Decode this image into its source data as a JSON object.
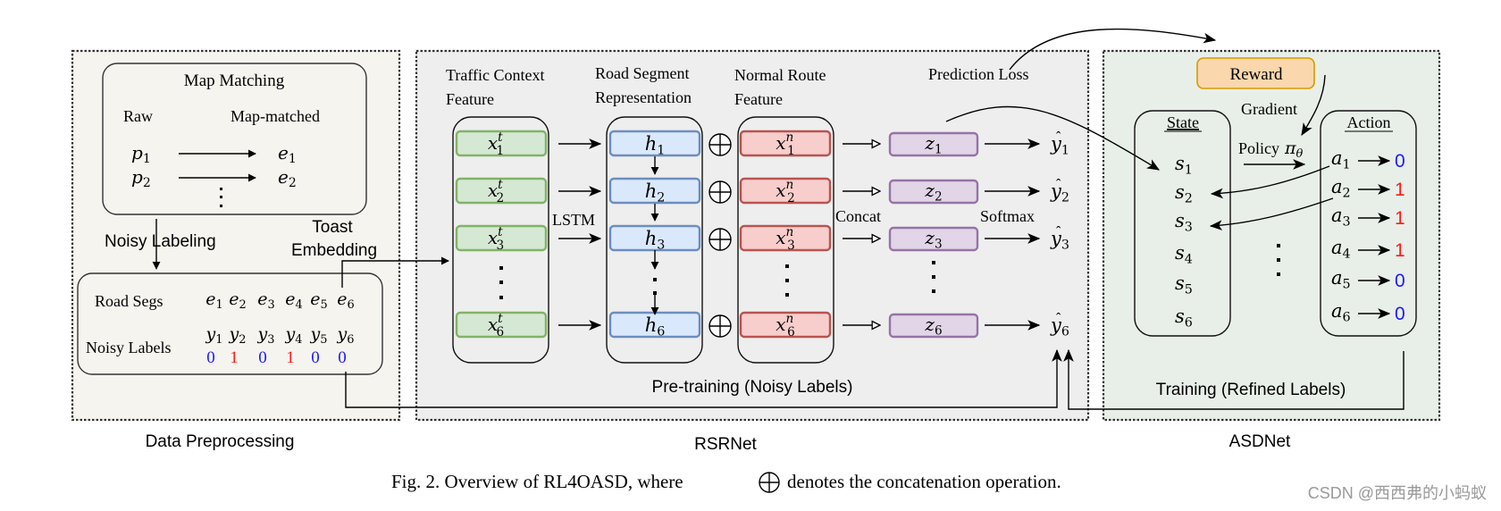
{
  "caption": {
    "prefix": "Fig. 2.  Overview of RL4OASD, where",
    "suffix": "denotes the concatenation operation."
  },
  "watermark": "CSDN @西西弗的小蚂蚁",
  "colors": {
    "label_zero": "#1a1aff",
    "label_one": "#ff1a1a",
    "preprocess_bg": "#f6f4ee",
    "rsrnet_bg": "#eeeeee",
    "asdnet_bg": "#e8efe8",
    "traffic_fill": "#d5e8d4",
    "traffic_stroke": "#82b366",
    "segment_fill": "#dae8fc",
    "segment_stroke": "#6c8ebf",
    "route_fill": "#f8cecc",
    "route_stroke": "#b85450",
    "z_fill": "#e1d5e7",
    "z_stroke": "#9673a6",
    "reward_fill": "#fad7ac",
    "reward_stroke": "#d79b00"
  },
  "preprocessing": {
    "section_label": "Data Preprocessing",
    "map_matching": {
      "title": "Map Matching",
      "raw_header": "Raw",
      "matched_header": "Map-matched",
      "rows": [
        {
          "raw": "p",
          "raw_sub": "1",
          "matched": "e",
          "matched_sub": "1"
        },
        {
          "raw": "p",
          "raw_sub": "2",
          "matched": "e",
          "matched_sub": "2"
        }
      ]
    },
    "noisy_labeling_label": "Noisy Labeling",
    "toast_label_line1": "Toast",
    "toast_label_line2": "Embedding",
    "table": {
      "road_segs_label": "Road Segs",
      "noisy_labels_label": "Noisy Labels",
      "segments": [
        {
          "sym": "e",
          "sub": "1"
        },
        {
          "sym": "e",
          "sub": "2"
        },
        {
          "sym": "e",
          "sub": "3"
        },
        {
          "sym": "e",
          "sub": "4"
        },
        {
          "sym": "e",
          "sub": "5"
        },
        {
          "sym": "e",
          "sub": "6"
        }
      ],
      "labels": [
        {
          "sym": "y",
          "sub": "1",
          "value": "0"
        },
        {
          "sym": "y",
          "sub": "2",
          "value": "1"
        },
        {
          "sym": "y",
          "sub": "3",
          "value": "0"
        },
        {
          "sym": "y",
          "sub": "4",
          "value": "1"
        },
        {
          "sym": "y",
          "sub": "5",
          "value": "0"
        },
        {
          "sym": "y",
          "sub": "6",
          "value": "0"
        }
      ]
    }
  },
  "rsrnet": {
    "section_label": "RSRNet",
    "bottom_label": "Pre-training (Noisy Labels)",
    "headers": {
      "traffic_line1": "Traffic Context",
      "traffic_line2": "Feature",
      "segment_line1": "Road Segment",
      "segment_line2": "Representation",
      "route_line1": "Normal Route",
      "route_line2": "Feature",
      "prediction_loss": "Prediction Loss"
    },
    "lstm_label": "LSTM",
    "concat_label": "Concat",
    "softmax_label": "Softmax",
    "rows": [
      {
        "x_sub": "1",
        "h_sub": "1",
        "z_sub": "1",
        "y_sub": "1"
      },
      {
        "x_sub": "2",
        "h_sub": "2",
        "z_sub": "2",
        "y_sub": "2"
      },
      {
        "x_sub": "3",
        "h_sub": "3",
        "z_sub": "3",
        "y_sub": "3"
      },
      {
        "x_sub": "6",
        "h_sub": "6",
        "z_sub": "6",
        "y_sub": "6"
      }
    ],
    "traffic_sup": "t",
    "route_sup": "n"
  },
  "asdnet": {
    "section_label": "ASDNet",
    "bottom_label": "Training (Refined Labels)",
    "reward_label": "Reward",
    "gradient_label": "Gradient",
    "policy_label": "Policy",
    "policy_symbol": "π",
    "policy_sub": "θ",
    "state_title": "State",
    "action_title": "Action",
    "states": [
      {
        "sym": "s",
        "sub": "1"
      },
      {
        "sym": "s",
        "sub": "2"
      },
      {
        "sym": "s",
        "sub": "3"
      },
      {
        "sym": "s",
        "sub": "4"
      },
      {
        "sym": "s",
        "sub": "5"
      },
      {
        "sym": "s",
        "sub": "6"
      }
    ],
    "actions": [
      {
        "sym": "a",
        "sub": "1",
        "value": "0"
      },
      {
        "sym": "a",
        "sub": "2",
        "value": "1"
      },
      {
        "sym": "a",
        "sub": "3",
        "value": "1"
      },
      {
        "sym": "a",
        "sub": "4",
        "value": "1"
      },
      {
        "sym": "a",
        "sub": "5",
        "value": "0"
      },
      {
        "sym": "a",
        "sub": "6",
        "value": "0"
      }
    ]
  }
}
